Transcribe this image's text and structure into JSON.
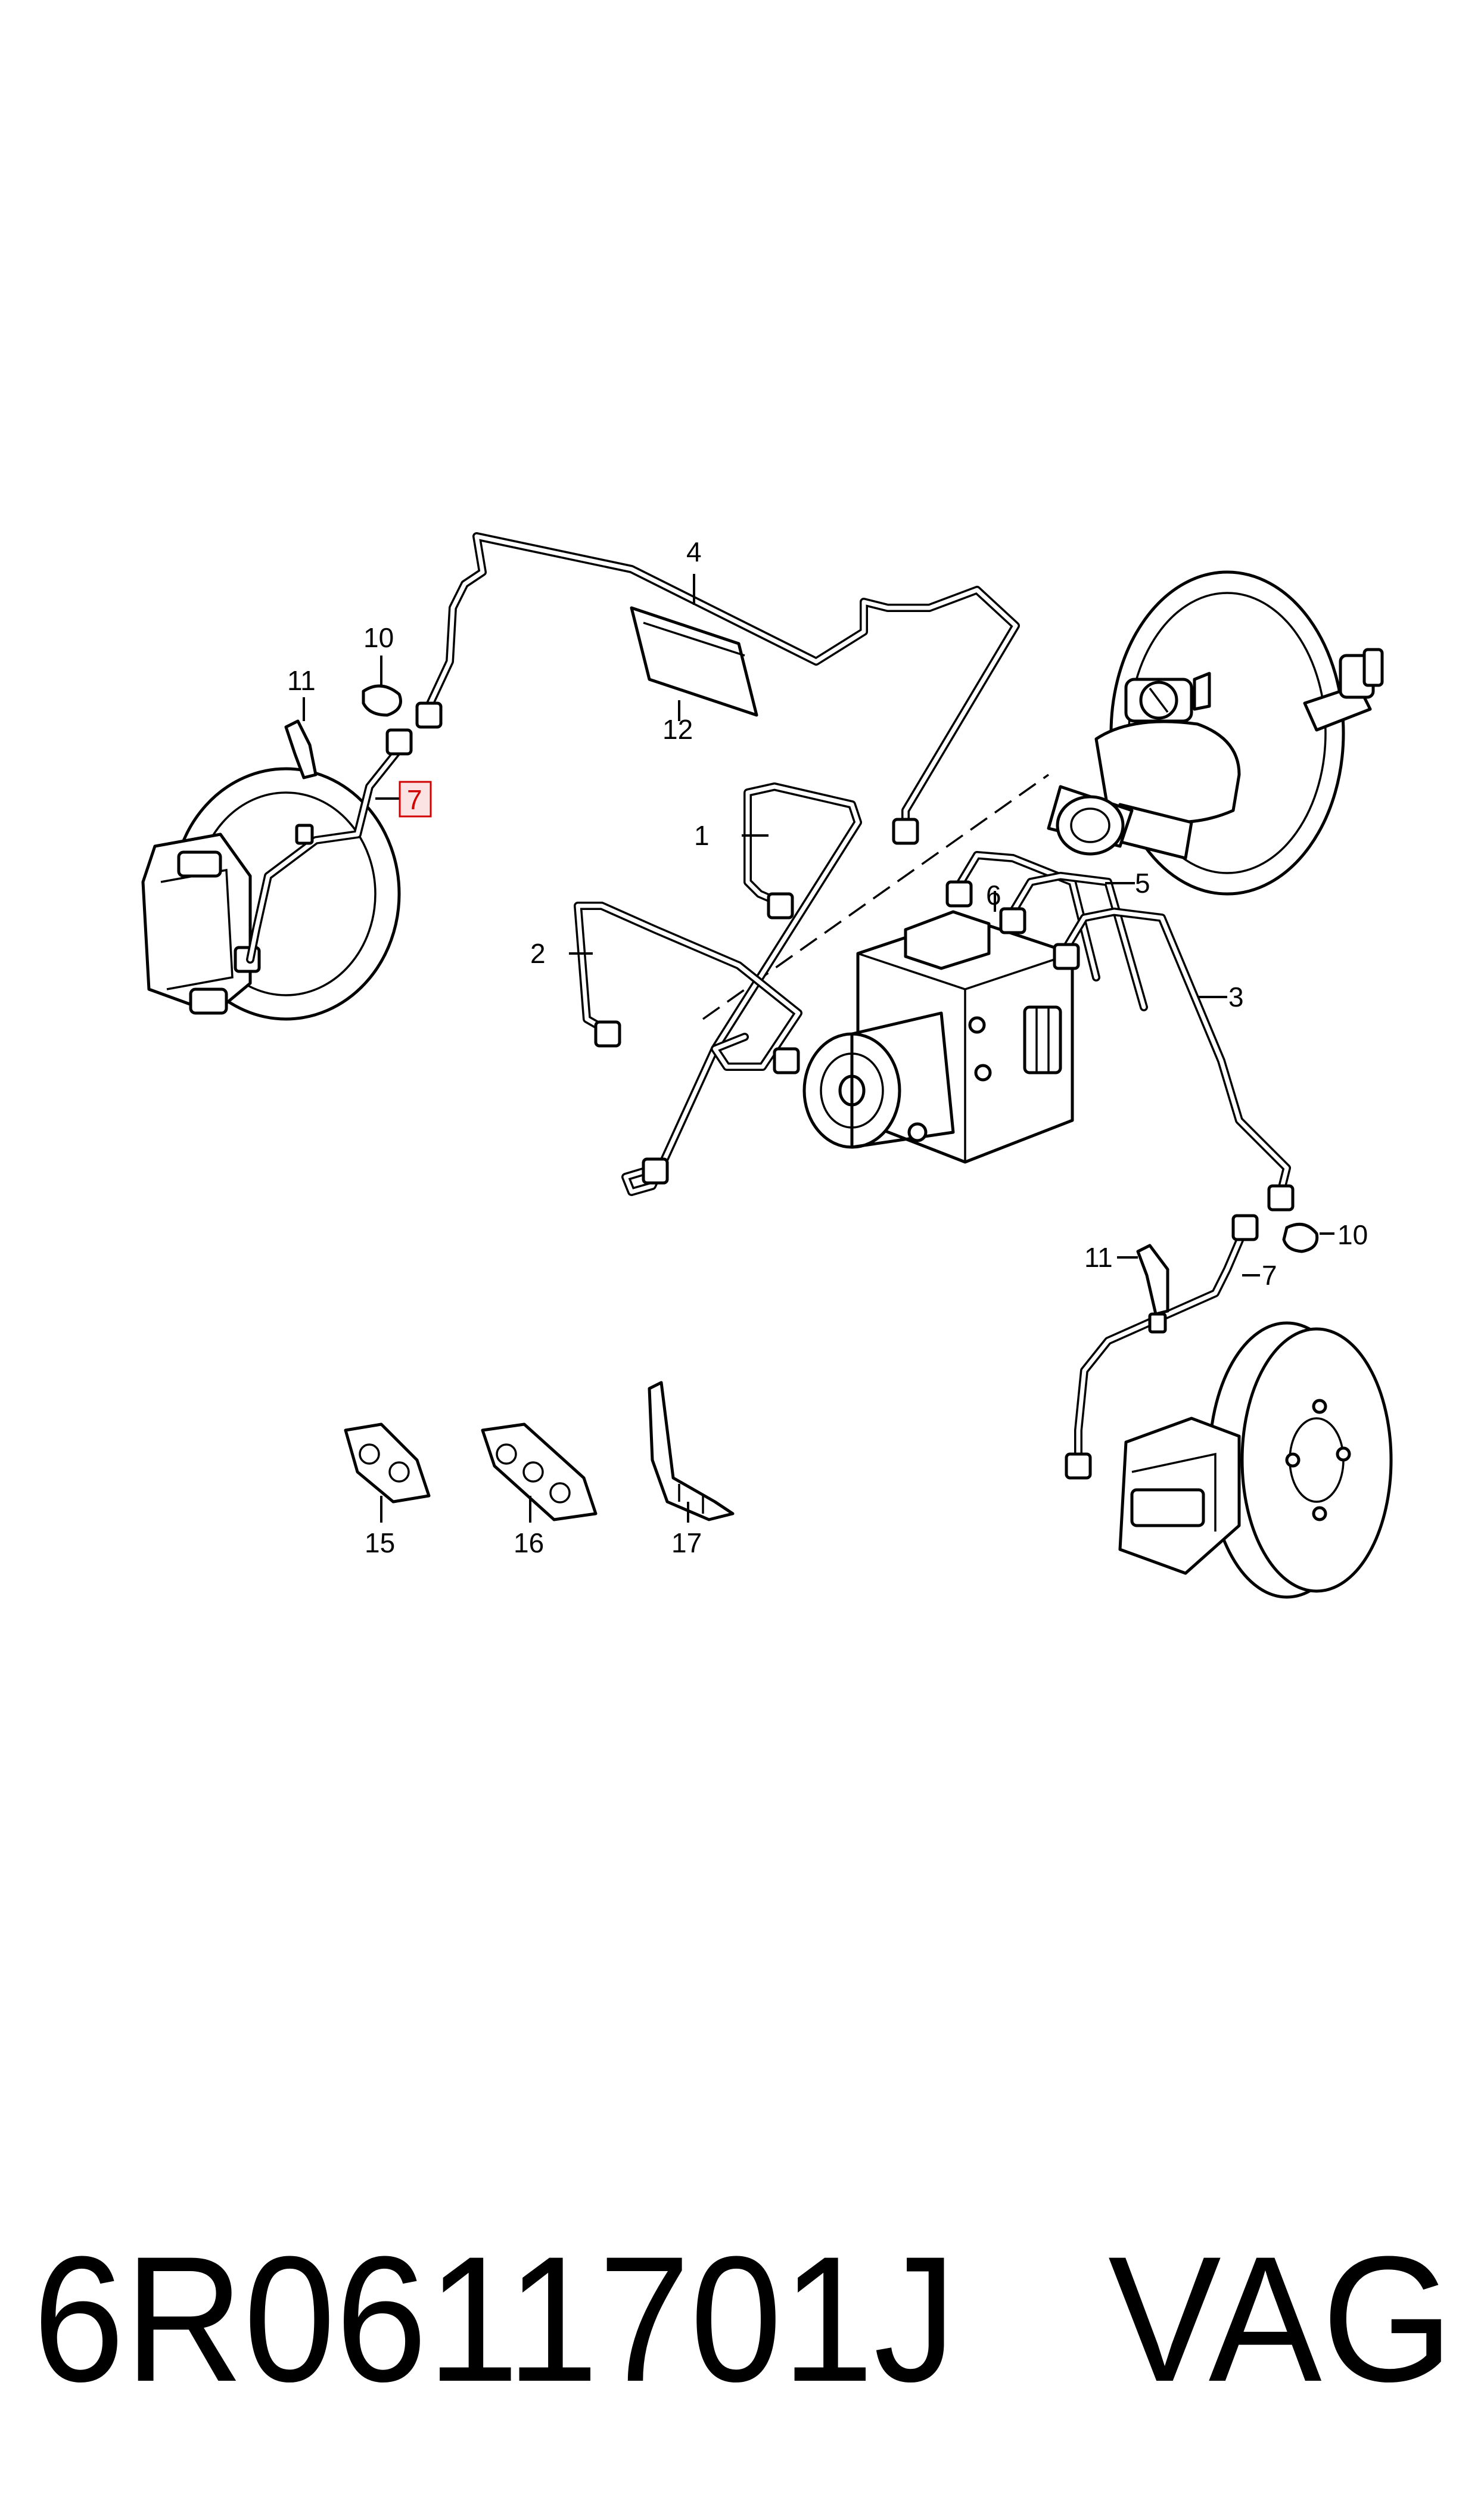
{
  "callouts": {
    "c1": "1",
    "c2": "2",
    "c3": "3",
    "c4": "4",
    "c5": "5",
    "c6": "6",
    "c7_left": "7",
    "c7_right": "7",
    "c10_left": "10",
    "c10_right": "10",
    "c11_left": "11",
    "c11_right": "11",
    "c12": "12",
    "c15": "15",
    "c16": "16",
    "c17": "17"
  },
  "highlight_color": "#d00000",
  "footer": {
    "part_number": "6R0611701J",
    "brand": "VAG"
  }
}
